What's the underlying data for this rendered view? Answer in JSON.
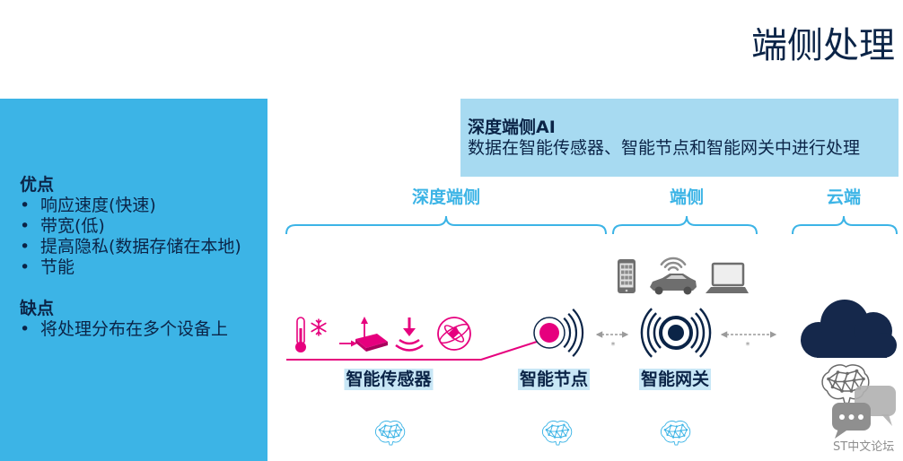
{
  "slide": {
    "title": "端侧处理"
  },
  "left_panel": {
    "pros_heading": "优点",
    "pros": [
      "响应速度(快速)",
      "带宽(低)",
      "提高隐私(数据存储在本地)",
      "节能"
    ],
    "cons_heading": "缺点",
    "cons": [
      "将处理分布在多个设备上"
    ]
  },
  "info_box": {
    "heading": "深度端侧AI",
    "text": "数据在智能传感器、智能节点和智能网关中进行处理"
  },
  "tiers": {
    "deep_edge": "深度端侧",
    "edge": "端侧",
    "cloud": "云端"
  },
  "nodes": {
    "sensor": "智能传感器",
    "node": "智能节点",
    "gateway": "智能网关"
  },
  "links": [
    {
      "note": "*"
    },
    {
      "note": "*"
    }
  ],
  "watermark": {
    "text": "ST中文论坛"
  },
  "icons": {
    "sensors": [
      "thermometer-snowflake-icon",
      "tilt-sensor-icon",
      "pressure-icon",
      "gyroscope-icon"
    ],
    "node": "smart-node-icon",
    "gateway": "smart-gateway-icon",
    "edge_devices": [
      "smartphone-icon",
      "car-wifi-icon",
      "laptop-icon"
    ],
    "cloud": "cloud-icon",
    "ai": "brain-icon",
    "watermark": "chat-bubbles-icon"
  },
  "colors": {
    "navy": "#0b2447",
    "light_blue": "#3cb4e6",
    "info_box_blue": "#a7daf1",
    "label_highlight": "#c8e7f6",
    "magenta": "#e6007e",
    "cloud_navy": "#15284b",
    "device_gray": "#6e6e6e"
  }
}
